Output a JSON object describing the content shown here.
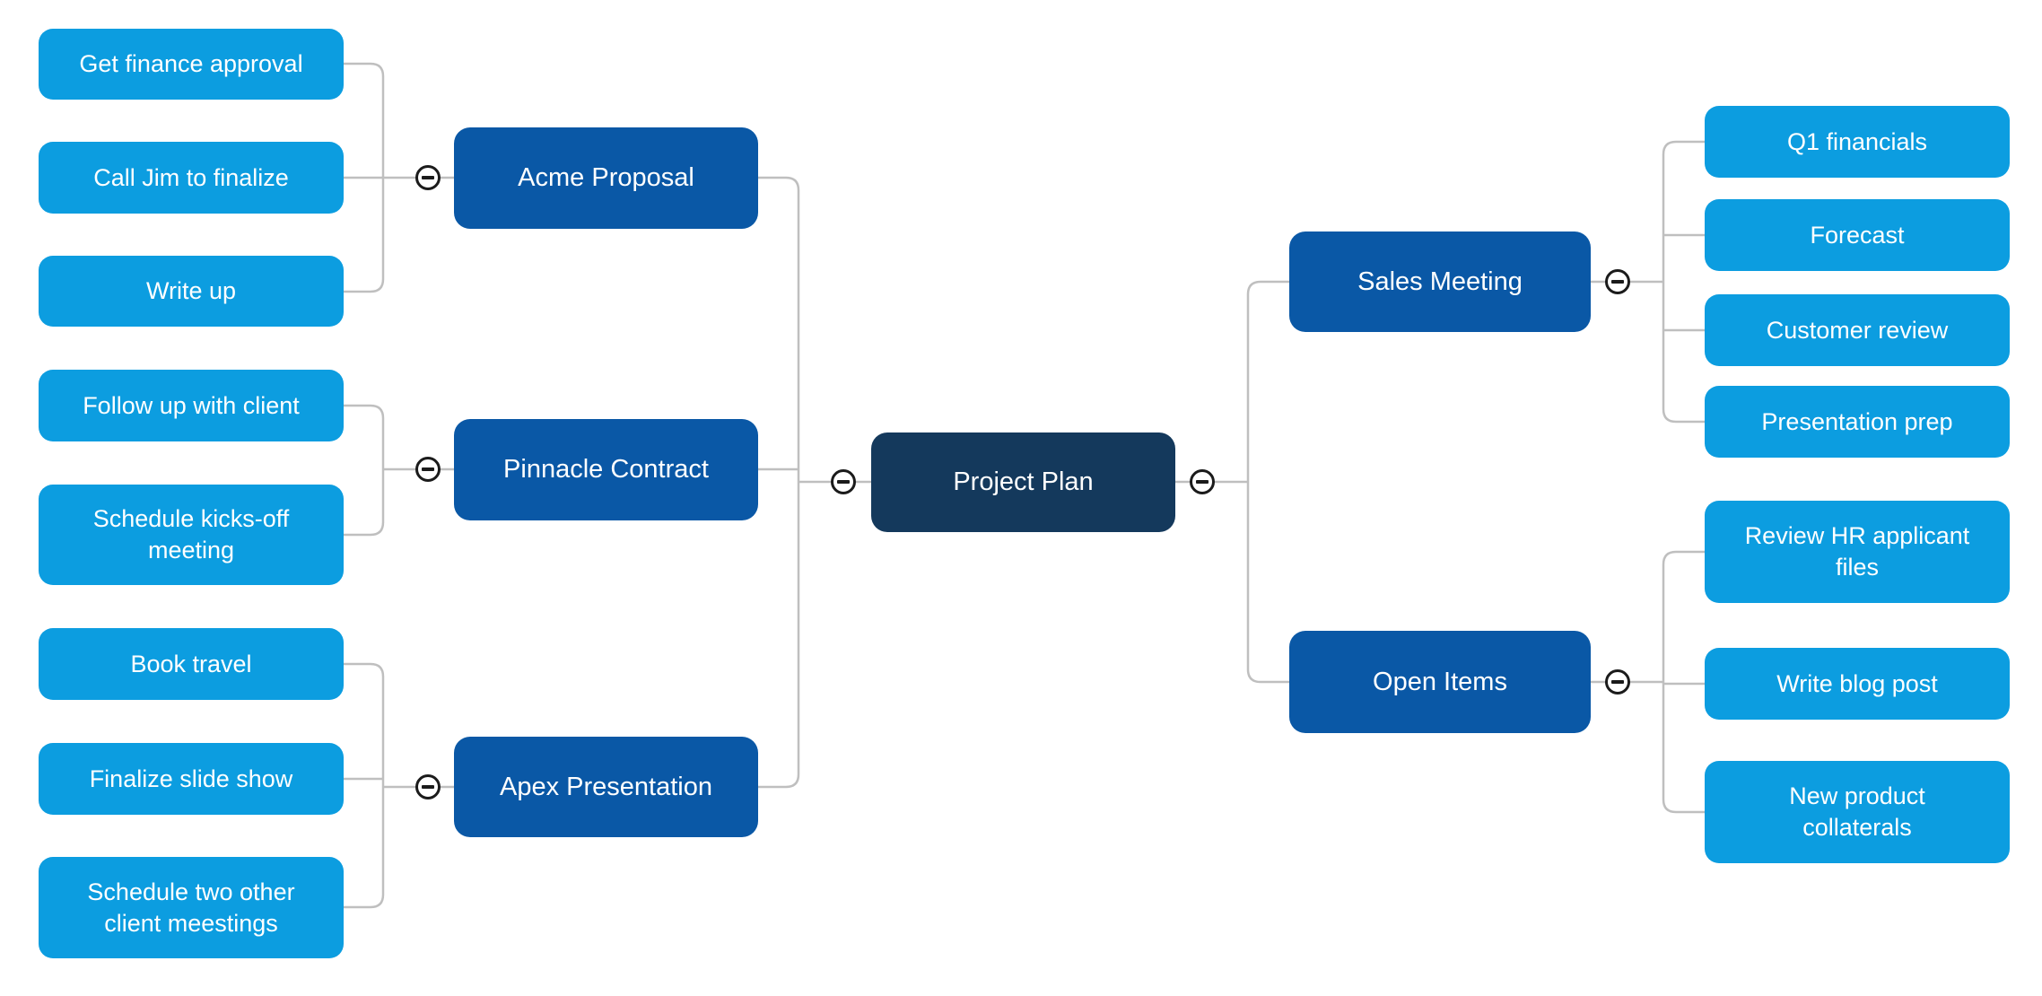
{
  "palette": {
    "canvas_bg": "#FFFFFF",
    "root_fill": "#14395C",
    "branch_fill": "#0A58A6",
    "leaf_fill": "#0C9DE0",
    "connector": "#BFBFBF",
    "node_text": "#FFFFFF",
    "collapse_stroke": "#1B1B1B",
    "collapse_fill": "#FFFFFF"
  },
  "icons": {
    "collapse": "minus-circle"
  },
  "mindmap": {
    "root": {
      "label": "Project Plan"
    },
    "left_branches": [
      {
        "label": "Acme Proposal",
        "children": [
          "Get finance approval",
          "Call Jim to finalize",
          "Write up"
        ]
      },
      {
        "label": "Pinnacle Contract",
        "children": [
          "Follow up with client",
          "Schedule kicks-off meeting"
        ]
      },
      {
        "label": "Apex Presentation",
        "children": [
          "Book travel",
          "Finalize slide show",
          "Schedule two other client meestings"
        ]
      }
    ],
    "right_branches": [
      {
        "label": "Sales Meeting",
        "children": [
          "Q1 financials",
          "Forecast",
          "Customer review",
          "Presentation prep"
        ]
      },
      {
        "label": "Open Items",
        "children": [
          "Review HR applicant files",
          "Write blog post",
          "New product collaterals"
        ]
      }
    ]
  }
}
